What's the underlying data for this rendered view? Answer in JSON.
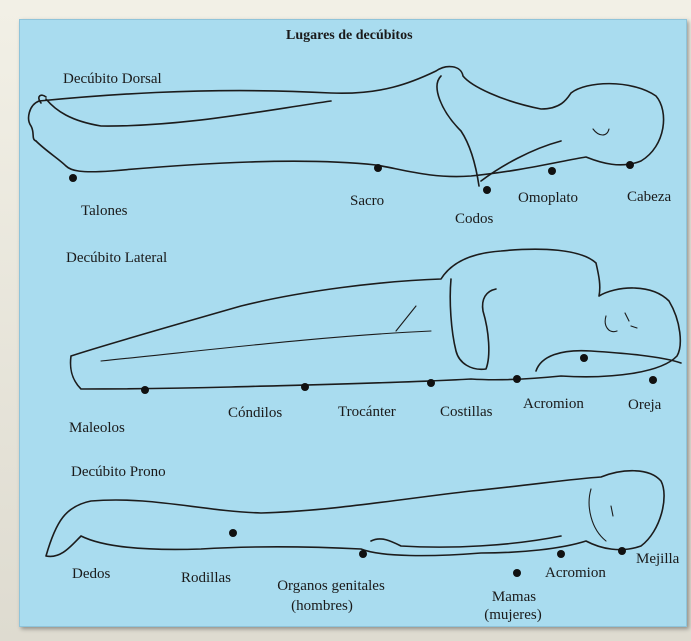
{
  "title": "Lugares de decúbitos",
  "positions": {
    "dorsal": {
      "name": "Decúbito Dorsal",
      "points": [
        "Talones",
        "Sacro",
        "Codos",
        "Omoplato",
        "Cabeza"
      ]
    },
    "lateral": {
      "name": "Decúbito Lateral",
      "points": [
        "Maleolos",
        "Cóndilos",
        "Trocánter",
        "Costillas",
        "Acromion",
        "Oreja"
      ]
    },
    "prono": {
      "name": "Decúbito Prono",
      "points": [
        "Dedos",
        "Rodillas",
        "Organos genitales",
        "(hombres)",
        "Mamas",
        "(mujeres)",
        "Acromion",
        "Mejilla"
      ]
    }
  },
  "colors": {
    "panel": "#a9dcef",
    "frame": "#e9e6d8",
    "ink": "#1c1c1c"
  }
}
